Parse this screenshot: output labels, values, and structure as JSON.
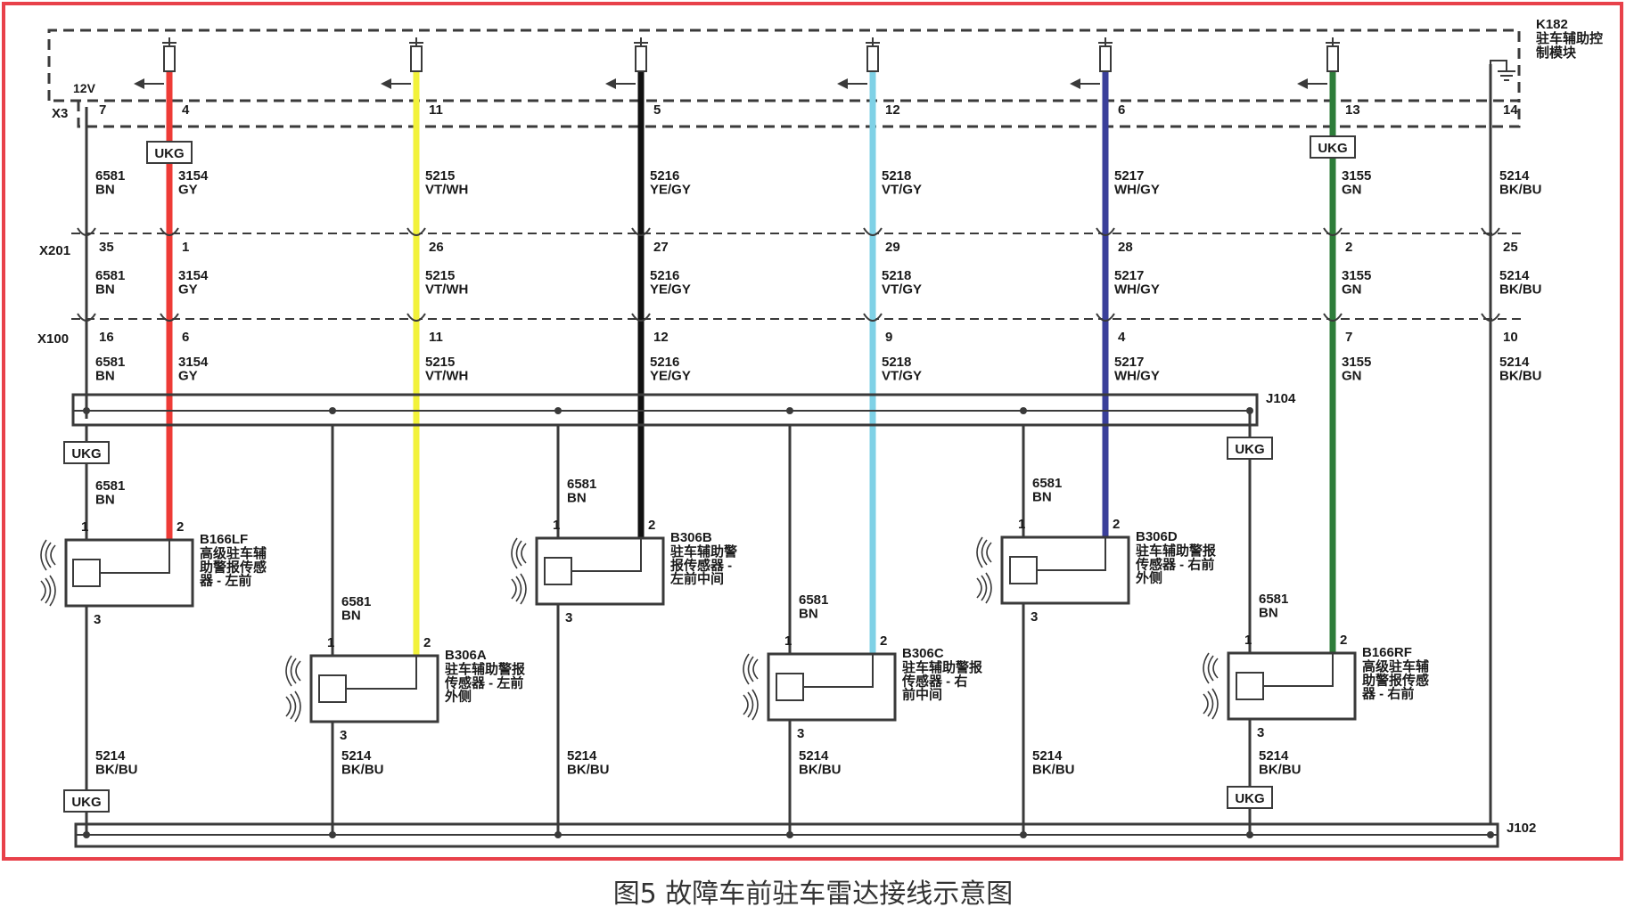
{
  "colors": {
    "frame": "#e8414a",
    "line": "#3a3a3a",
    "gy": "#ee3b36",
    "vtwh": "#f2f23a",
    "yegy": "#111111",
    "vtgy": "#7fd1e6",
    "whgy": "#3a3f9a",
    "gn": "#2e7d3a"
  },
  "module": {
    "id": "K182",
    "name_line1": "驻车辅助控",
    "name_line2": "制模块",
    "connector": "X3",
    "supply": "12V"
  },
  "connectors": {
    "x201": "X201",
    "x100": "X100",
    "j104": "J104",
    "j102": "J102"
  },
  "ukg": "UKG",
  "wires": [
    {
      "color_key": "line",
      "pins": [
        "7",
        "35",
        "16"
      ],
      "labels": [
        "6581\nBN",
        "6581\nBN",
        "6581\nBN"
      ]
    },
    {
      "color_key": "gy",
      "pins": [
        "4",
        "1",
        "6"
      ],
      "labels": [
        "3154\nGY",
        "3154\nGY",
        "3154\nGY"
      ]
    },
    {
      "color_key": "vtwh",
      "pins": [
        "11",
        "26",
        "11"
      ],
      "labels": [
        "5215\nVT/WH",
        "5215\nVT/WH",
        "5215\nVT/WH"
      ]
    },
    {
      "color_key": "yegy",
      "pins": [
        "5",
        "27",
        "12"
      ],
      "labels": [
        "5216\nYE/GY",
        "5216\nYE/GY",
        "5216\nYE/GY"
      ]
    },
    {
      "color_key": "vtgy",
      "pins": [
        "12",
        "29",
        "9"
      ],
      "labels": [
        "5218\nVT/GY",
        "5218\nVT/GY",
        "5218\nVT/GY"
      ]
    },
    {
      "color_key": "whgy",
      "pins": [
        "6",
        "28",
        "4"
      ],
      "labels": [
        "5217\nWH/GY",
        "5217\nWH/GY",
        "5217\nWH/GY"
      ]
    },
    {
      "color_key": "gn",
      "pins": [
        "13",
        "2",
        "7"
      ],
      "labels": [
        "3155\nGN",
        "3155\nGN",
        "3155\nGN"
      ]
    },
    {
      "color_key": "line",
      "pins": [
        "14",
        "25",
        "10"
      ],
      "labels": [
        "5214\nBK/BU",
        "5214\nBK/BU",
        "5214\nBK/BU"
      ]
    }
  ],
  "feed_label": "6581\nBN",
  "ground_label": "5214\nBK/BU",
  "sensors": [
    {
      "id": "B166LF",
      "name": "高级驻车辅\n助警报传感\n器 - 左前",
      "pin1": "1",
      "pin2": "2",
      "pin3": "3"
    },
    {
      "id": "B306A",
      "name": "驻车辅助警报\n传感器 - 左前\n外侧",
      "pin1": "1",
      "pin2": "2",
      "pin3": "3"
    },
    {
      "id": "B306B",
      "name": "驻车辅助警\n报传感器 -\n左前中间",
      "pin1": "1",
      "pin2": "2",
      "pin3": "3"
    },
    {
      "id": "B306C",
      "name": "驻车辅助警报\n传感器 - 右\n前中间",
      "pin1": "1",
      "pin2": "2",
      "pin3": "3"
    },
    {
      "id": "B306D",
      "name": "驻车辅助警报\n传感器 - 右前\n外侧",
      "pin1": "1",
      "pin2": "2",
      "pin3": "3"
    },
    {
      "id": "B166RF",
      "name": "高级驻车辅\n助警报传感\n器 - 右前",
      "pin1": "1",
      "pin2": "2",
      "pin3": "3"
    }
  ],
  "caption": "图5 故障车前驻车雷达接线示意图"
}
